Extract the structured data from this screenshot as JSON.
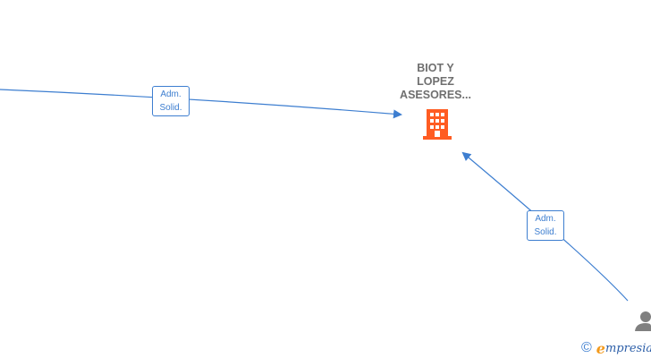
{
  "company": {
    "name": "BIOT Y\nLOPEZ\nASESORES...",
    "icon": "building-icon",
    "color": "#ff5c22"
  },
  "edges": [
    {
      "label_line1": "Adm.",
      "label_line2": "Solid."
    },
    {
      "label_line1": "Adm.",
      "label_line2": "Solid."
    }
  ],
  "person": {
    "icon": "person-icon"
  },
  "footer": {
    "copyright": "©",
    "brand_first": "e",
    "brand_rest": "mpresia"
  },
  "colors": {
    "edge": "#3d7ed0",
    "label_text": "#6f6f6f"
  }
}
